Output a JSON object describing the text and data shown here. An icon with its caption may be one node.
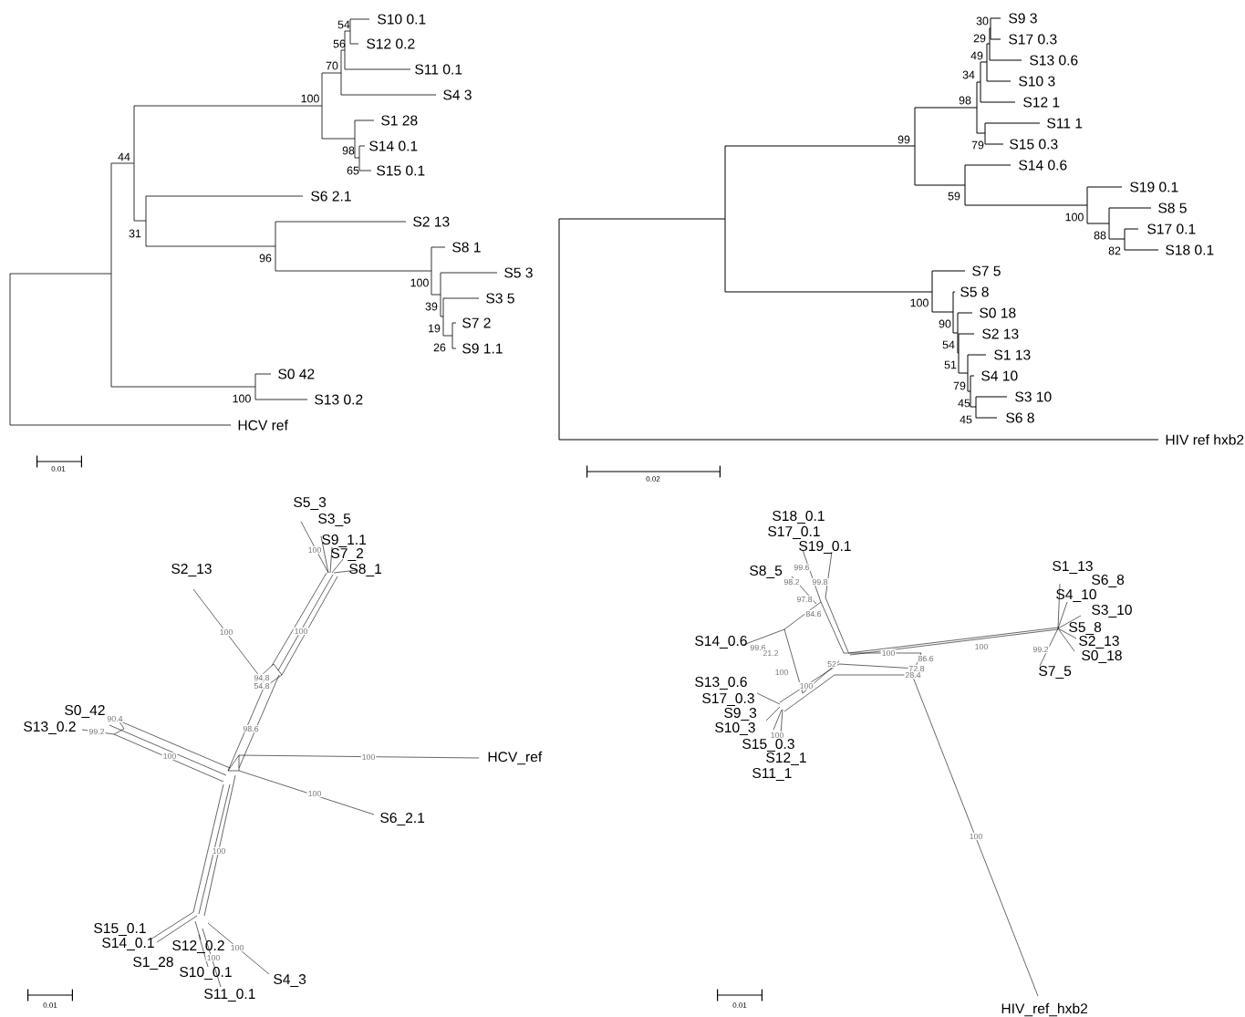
{
  "diagram": {
    "labels": [
      "S10 0.1",
      "S12 0.2",
      "S11 0.1",
      "S4 3",
      "S1 28",
      "S14 0.1",
      "S15 0.1",
      "S6 2.1",
      "S2 13",
      "S8 1",
      "S5 3",
      "S3 5",
      "S7 2",
      "S9 1.1",
      "S0 42",
      "S13 0.2",
      "HCV ref",
      "54",
      "56",
      "70",
      "100",
      "98",
      "65",
      "44",
      "31",
      "96",
      "100",
      "39",
      "19",
      "26",
      "100",
      "0.01",
      "S9 3",
      "S17 0.3",
      "S13 0.6",
      "S10 3",
      "S12 1",
      "S11 1",
      "S15 0.3",
      "S14 0.6",
      "S19 0.1",
      "S8 5",
      "S17 0.1",
      "S18 0.1",
      "S7 5",
      "S5 8",
      "S0 18",
      "S2 13",
      "S1 13",
      "S4 10",
      "S3 10",
      "S6 8",
      "HIV ref hxb2",
      "30",
      "29",
      "49",
      "34",
      "98",
      "79",
      "99",
      "59",
      "100",
      "88",
      "82",
      "100",
      "90",
      "54",
      "51",
      "79",
      "45",
      "45",
      "0.02",
      "S5_3",
      "S3_5",
      "S9_1.1",
      "S7_2",
      "S2_13",
      "S8_1",
      "S0_42",
      "S13_0.2",
      "HCV_ref",
      "S6_2.1",
      "S15_0.1",
      "S14_0.1",
      "S12_0.2",
      "S1_28",
      "S10_0.1",
      "S4_3",
      "S11_0.1",
      "100",
      "100",
      "100",
      "94.8",
      "54.8",
      "98.6",
      "90.4",
      "99.2",
      "100",
      "100",
      "100",
      "100",
      "100",
      "100",
      "0.01",
      "S18_0.1",
      "S17_0.1",
      "S19_0.1",
      "S8_5",
      "S14_0.6",
      "S13_0.6",
      "S17_0.3",
      "S9_3",
      "S10_3",
      "S15_0.3",
      "S12_1",
      "S11_1",
      "S1_13",
      "S6_8",
      "S4_10",
      "S3_10",
      "S5_8",
      "S2_13",
      "S0_18",
      "S7_5",
      "HIV_ref_hxb2",
      "99.6",
      "98.2",
      "99.8",
      "97.8",
      "84.6",
      "99.6",
      "21.2",
      "100",
      "100",
      "52",
      "100",
      "86.6",
      "72.8",
      "28.4",
      "100",
      "99.2",
      "100",
      "100",
      "0.01"
    ]
  }
}
